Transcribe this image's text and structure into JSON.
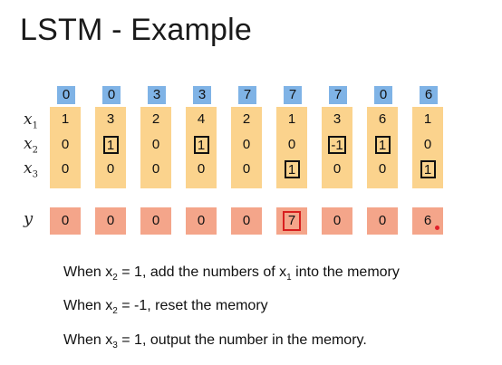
{
  "title": "LSTM - Example",
  "labels": {
    "x1": "x",
    "x1_sub": "1",
    "x2": "x",
    "x2_sub": "2",
    "x3": "x",
    "x3_sub": "3",
    "y": "y"
  },
  "columns": [
    {
      "mem": "0",
      "x1": "1",
      "x2": "0",
      "x3": "0",
      "y": "0"
    },
    {
      "mem": "0",
      "x1": "3",
      "x2": "1",
      "x3": "0",
      "y": "0"
    },
    {
      "mem": "3",
      "x1": "2",
      "x2": "0",
      "x3": "0",
      "y": "0"
    },
    {
      "mem": "3",
      "x1": "4",
      "x2": "1",
      "x3": "0",
      "y": "0"
    },
    {
      "mem": "7",
      "x1": "2",
      "x2": "0",
      "x3": "0",
      "y": "0"
    },
    {
      "mem": "7",
      "x1": "1",
      "x2": "0",
      "x3": "1",
      "y": "7"
    },
    {
      "mem": "7",
      "x1": "3",
      "x2": "-1",
      "x3": "0",
      "y": "0"
    },
    {
      "mem": "0",
      "x1": "6",
      "x2": "1",
      "x3": "0",
      "y": "0"
    },
    {
      "mem": "6",
      "x1": "1",
      "x2": "0",
      "x3": "1",
      "y": "6"
    }
  ],
  "rules": [
    {
      "pre": "When x",
      "sub": "2",
      "mid": " = 1, add the numbers of x",
      "sub2": "1",
      "post": " into the memory"
    },
    {
      "pre": "When x",
      "sub": "2",
      "mid": " = -1, reset the memory",
      "sub2": "",
      "post": ""
    },
    {
      "pre": "When x",
      "sub": "3",
      "mid": " = 1, output the number in the memory.",
      "sub2": "",
      "post": ""
    }
  ],
  "colors": {
    "memory": "#7fb3e6",
    "input": "#fbd38d",
    "output": "#f4a58a",
    "x2_on": "#1f2fb8",
    "x2_reset": "#7a2fa3",
    "x3_on": "#2f9a2f",
    "y_out": "#d81f1f"
  }
}
